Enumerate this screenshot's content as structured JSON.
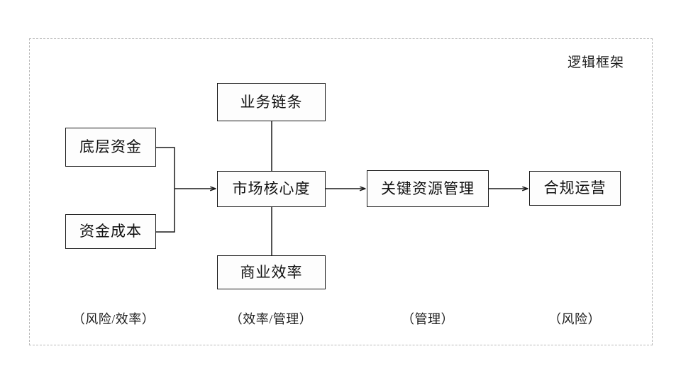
{
  "diagram": {
    "title": "逻辑框架",
    "nodes": {
      "base_funds": "底层资金",
      "fund_cost": "资金成本",
      "biz_chain": "业务链条",
      "market_core": "市场核心度",
      "biz_efficiency": "商业效率",
      "key_resource_mgmt": "关键资源管理",
      "compliance_ops": "合规运营"
    },
    "captions": [
      "（风险/效率）",
      "（效率/管理）",
      "（管理）",
      "（风险）"
    ],
    "colors": {
      "node_border": "#1a1a1a",
      "frame_border": "#b9b9b9",
      "connector": "#1a1a1a",
      "background": "#ffffff",
      "text": "#111111"
    },
    "edges": [
      {
        "from": "底层资金",
        "to": "市场核心度",
        "style": "bracket-arrow"
      },
      {
        "from": "资金成本",
        "to": "市场核心度",
        "style": "bracket-arrow"
      },
      {
        "from": "业务链条",
        "to": "市场核心度",
        "style": "plain-line"
      },
      {
        "from": "商业效率",
        "to": "市场核心度",
        "style": "plain-line"
      },
      {
        "from": "市场核心度",
        "to": "关键资源管理",
        "style": "arrow"
      },
      {
        "from": "关键资源管理",
        "to": "合规运营",
        "style": "arrow"
      }
    ]
  }
}
